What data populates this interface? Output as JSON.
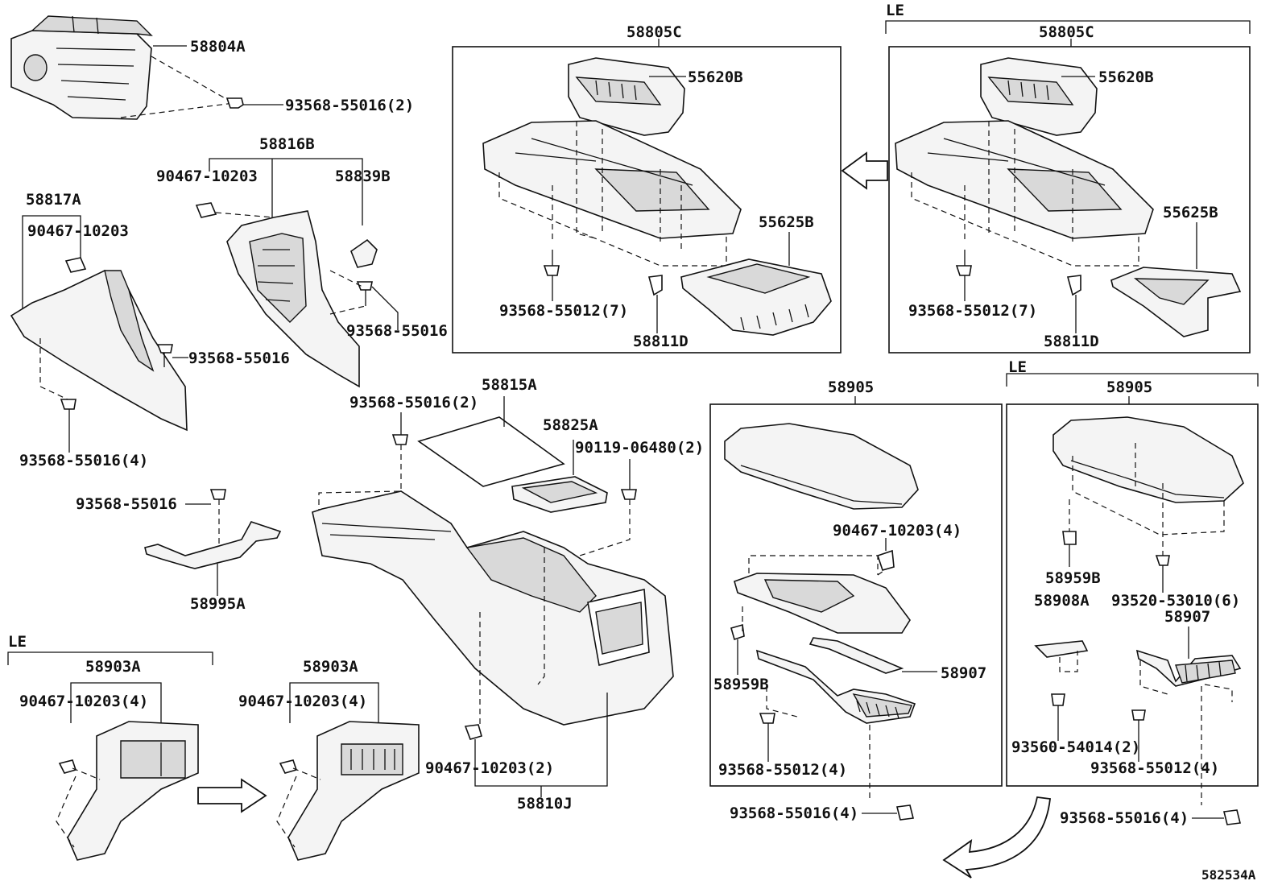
{
  "labels": {
    "p58804A": "58804A",
    "p93568_55016_2_top": "93568-55016(2)",
    "p58816B": "58816B",
    "p90467_10203_a": "90467-10203",
    "p58839B": "58839B",
    "p58817A": "58817A",
    "p90467_10203_b": "90467-10203",
    "p93568_55016_a": "93568-55016",
    "p93568_55016_b": "93568-55016",
    "p93568_55016_4_left": "93568-55016(4)",
    "p93568_55016_2_mid": "93568-55016(2)",
    "p58815A": "58815A",
    "p58825A": "58825A",
    "p90119_06480_2": "90119-06480(2)",
    "p93568_55016_c": "93568-55016",
    "p58995A": "58995A",
    "le_a": "LE",
    "p58903A_a": "58903A",
    "p90467_10203_4_a": "90467-10203(4)",
    "p58903A_b": "58903A",
    "p90467_10203_4_b": "90467-10203(4)",
    "p90467_10203_2": "90467-10203(2)",
    "p58810J": "58810J",
    "p58805C_a": "58805C",
    "p55620B_a": "55620B",
    "p55625B_a": "55625B",
    "p93568_55012_7_a": "93568-55012(7)",
    "p58811D_a": "58811D",
    "le_b": "LE",
    "p58805C_b": "58805C",
    "p55620B_b": "55620B",
    "p55625B_b": "55625B",
    "p93568_55012_7_b": "93568-55012(7)",
    "p58811D_b": "58811D",
    "p58905_a": "58905",
    "p90467_10203_4_c": "90467-10203(4)",
    "p58959B_a": "58959B",
    "p58907_a": "58907",
    "p93568_55012_4_a": "93568-55012(4)",
    "p93568_55016_4_a": "93568-55016(4)",
    "le_c": "LE",
    "p58905_b": "58905",
    "p58959B_b": "58959B",
    "p93520_53010_6": "93520-53010(6)",
    "p58908A": "58908A",
    "p58907_b": "58907",
    "p93560_54014_2": "93560-54014(2)",
    "p93568_55012_4_b": "93568-55012(4)",
    "p93568_55016_4_b": "93568-55016(4)",
    "ref": "582534A"
  }
}
